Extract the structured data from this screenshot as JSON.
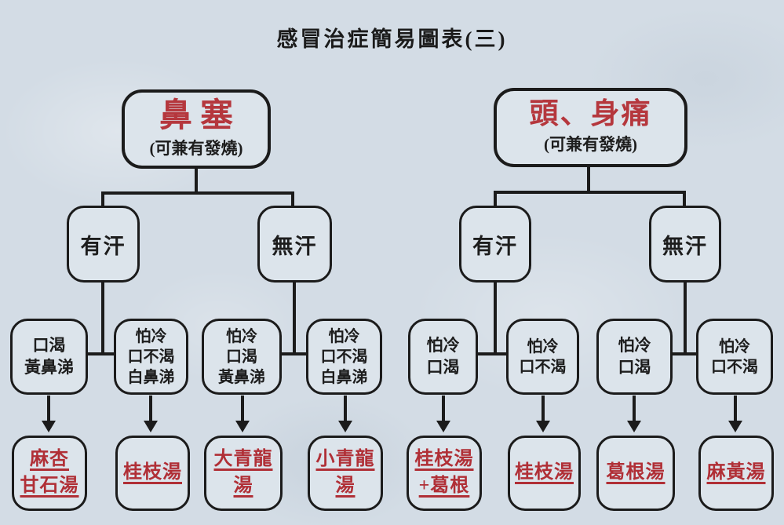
{
  "title": "感冒治症簡易圖表(三)",
  "colors": {
    "background": "#d3dce5",
    "node_fill": "#dce4eb",
    "line_black": "#1b1b1b",
    "heading_red": "#b5373d",
    "remedy_red": "#b02f36",
    "text_black": "#1d1d1d"
  },
  "tree": [
    {
      "symptom": "鼻塞",
      "note": "(可兼有發燒)",
      "branches": [
        {
          "condition": "有汗",
          "cases": [
            {
              "signs": [
                "口渴",
                "黃鼻涕"
              ],
              "remedy": [
                "麻杏",
                "甘石湯"
              ]
            },
            {
              "signs": [
                "怕冷",
                "口不渴",
                "白鼻涕"
              ],
              "remedy": [
                "桂枝湯"
              ]
            }
          ]
        },
        {
          "condition": "無汗",
          "cases": [
            {
              "signs": [
                "怕冷",
                "口渴",
                "黃鼻涕"
              ],
              "remedy": [
                "大青龍",
                "湯"
              ]
            },
            {
              "signs": [
                "怕冷",
                "口不渴",
                "白鼻涕"
              ],
              "remedy": [
                "小青龍",
                "湯"
              ]
            }
          ]
        }
      ]
    },
    {
      "symptom": "頭、身痛",
      "note": "(可兼有發燒)",
      "branches": [
        {
          "condition": "有汗",
          "cases": [
            {
              "signs": [
                "怕冷",
                "口渴"
              ],
              "remedy": [
                "桂枝湯",
                "+葛根"
              ]
            },
            {
              "signs": [
                "怕冷",
                "口不渴"
              ],
              "remedy": [
                "桂枝湯"
              ]
            }
          ]
        },
        {
          "condition": "無汗",
          "cases": [
            {
              "signs": [
                "怕冷",
                "口渴"
              ],
              "remedy": [
                "葛根湯"
              ]
            },
            {
              "signs": [
                "怕冷",
                "口不渴"
              ],
              "remedy": [
                "麻黃湯"
              ]
            }
          ]
        }
      ]
    }
  ]
}
